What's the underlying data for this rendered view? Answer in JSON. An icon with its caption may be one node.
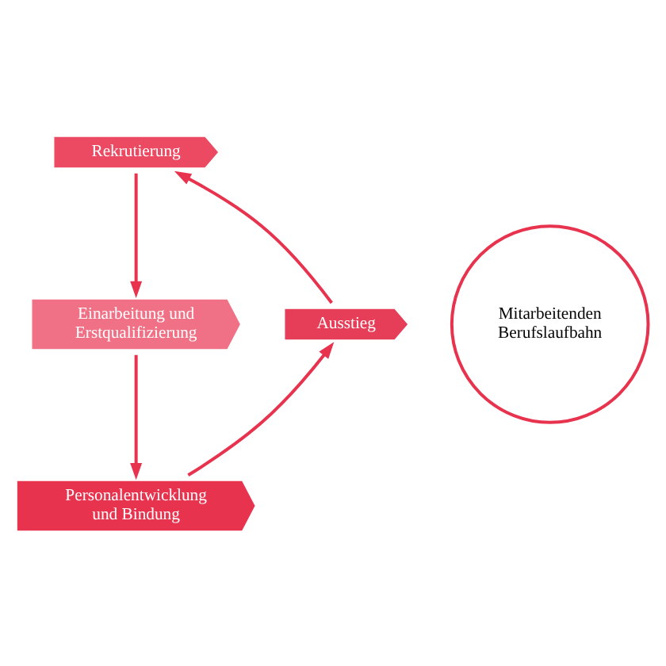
{
  "diagram": {
    "nodes": [
      {
        "text": [
          "Mitarbeitenden Berufslaufbahn"
        ]
      },
      {
        "text": [
          "Rekrutierung"
        ]
      },
      {
        "text": [
          "Einarbeitung und Erstqualifizierung"
        ]
      },
      {
        "text": [
          "Personalentwicklung und Bindung"
        ]
      },
      {
        "text": [
          "Ausstieg"
        ]
      }
    ],
    "edges": [
      {
        "from": 1,
        "to": 2,
        "arrow": "to"
      },
      {
        "from": 2,
        "to": 3,
        "arrow": "to"
      },
      {
        "from": 3,
        "to": 4,
        "arrow": "to"
      },
      {
        "from": 4,
        "to": 1,
        "arrow": "to"
      }
    ]
  }
}
